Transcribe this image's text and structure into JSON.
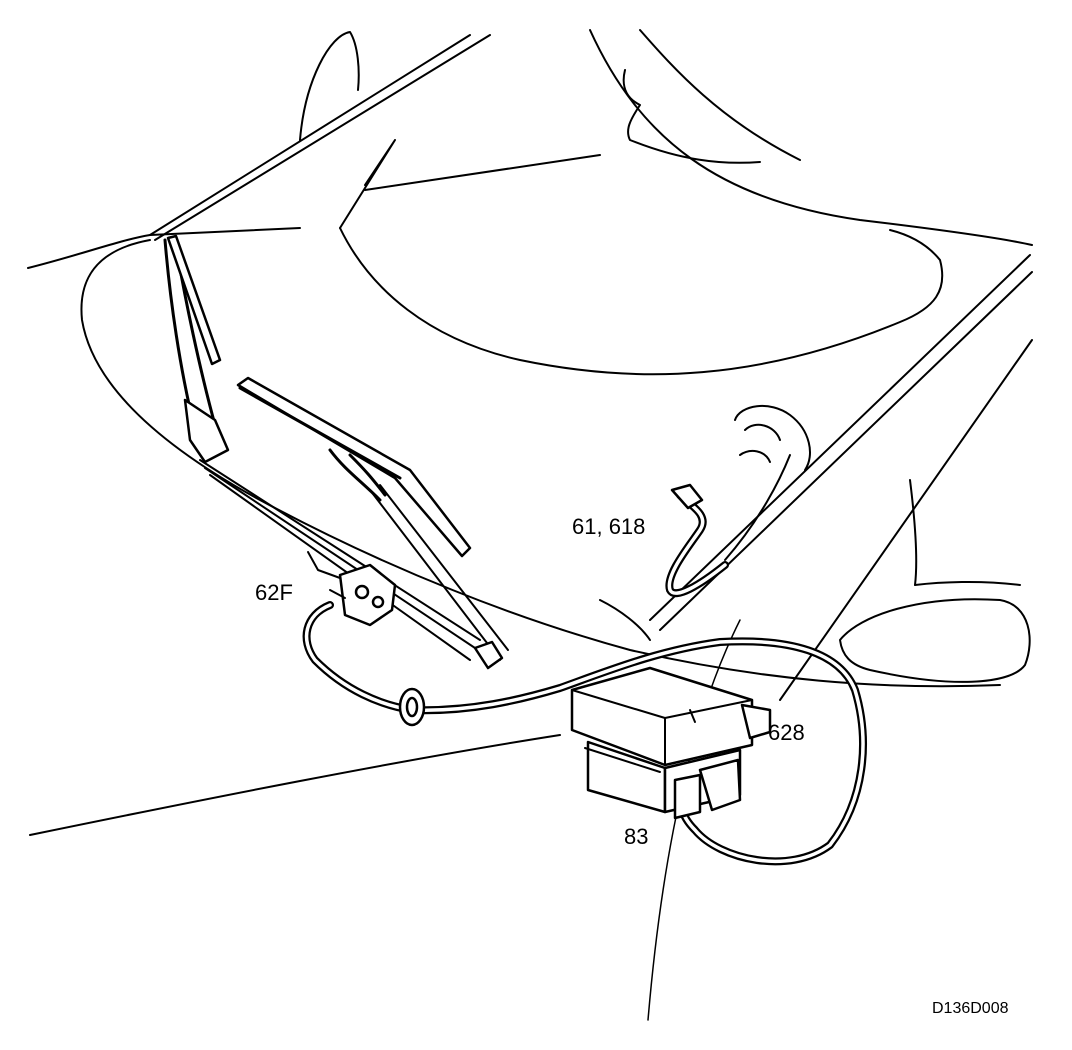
{
  "callouts": {
    "washer_hose_joint": "61, 618",
    "wiper_nozzle": "62F",
    "washer_pump": "628",
    "washer_reservoir": "83"
  },
  "reference_code": "D136D008"
}
